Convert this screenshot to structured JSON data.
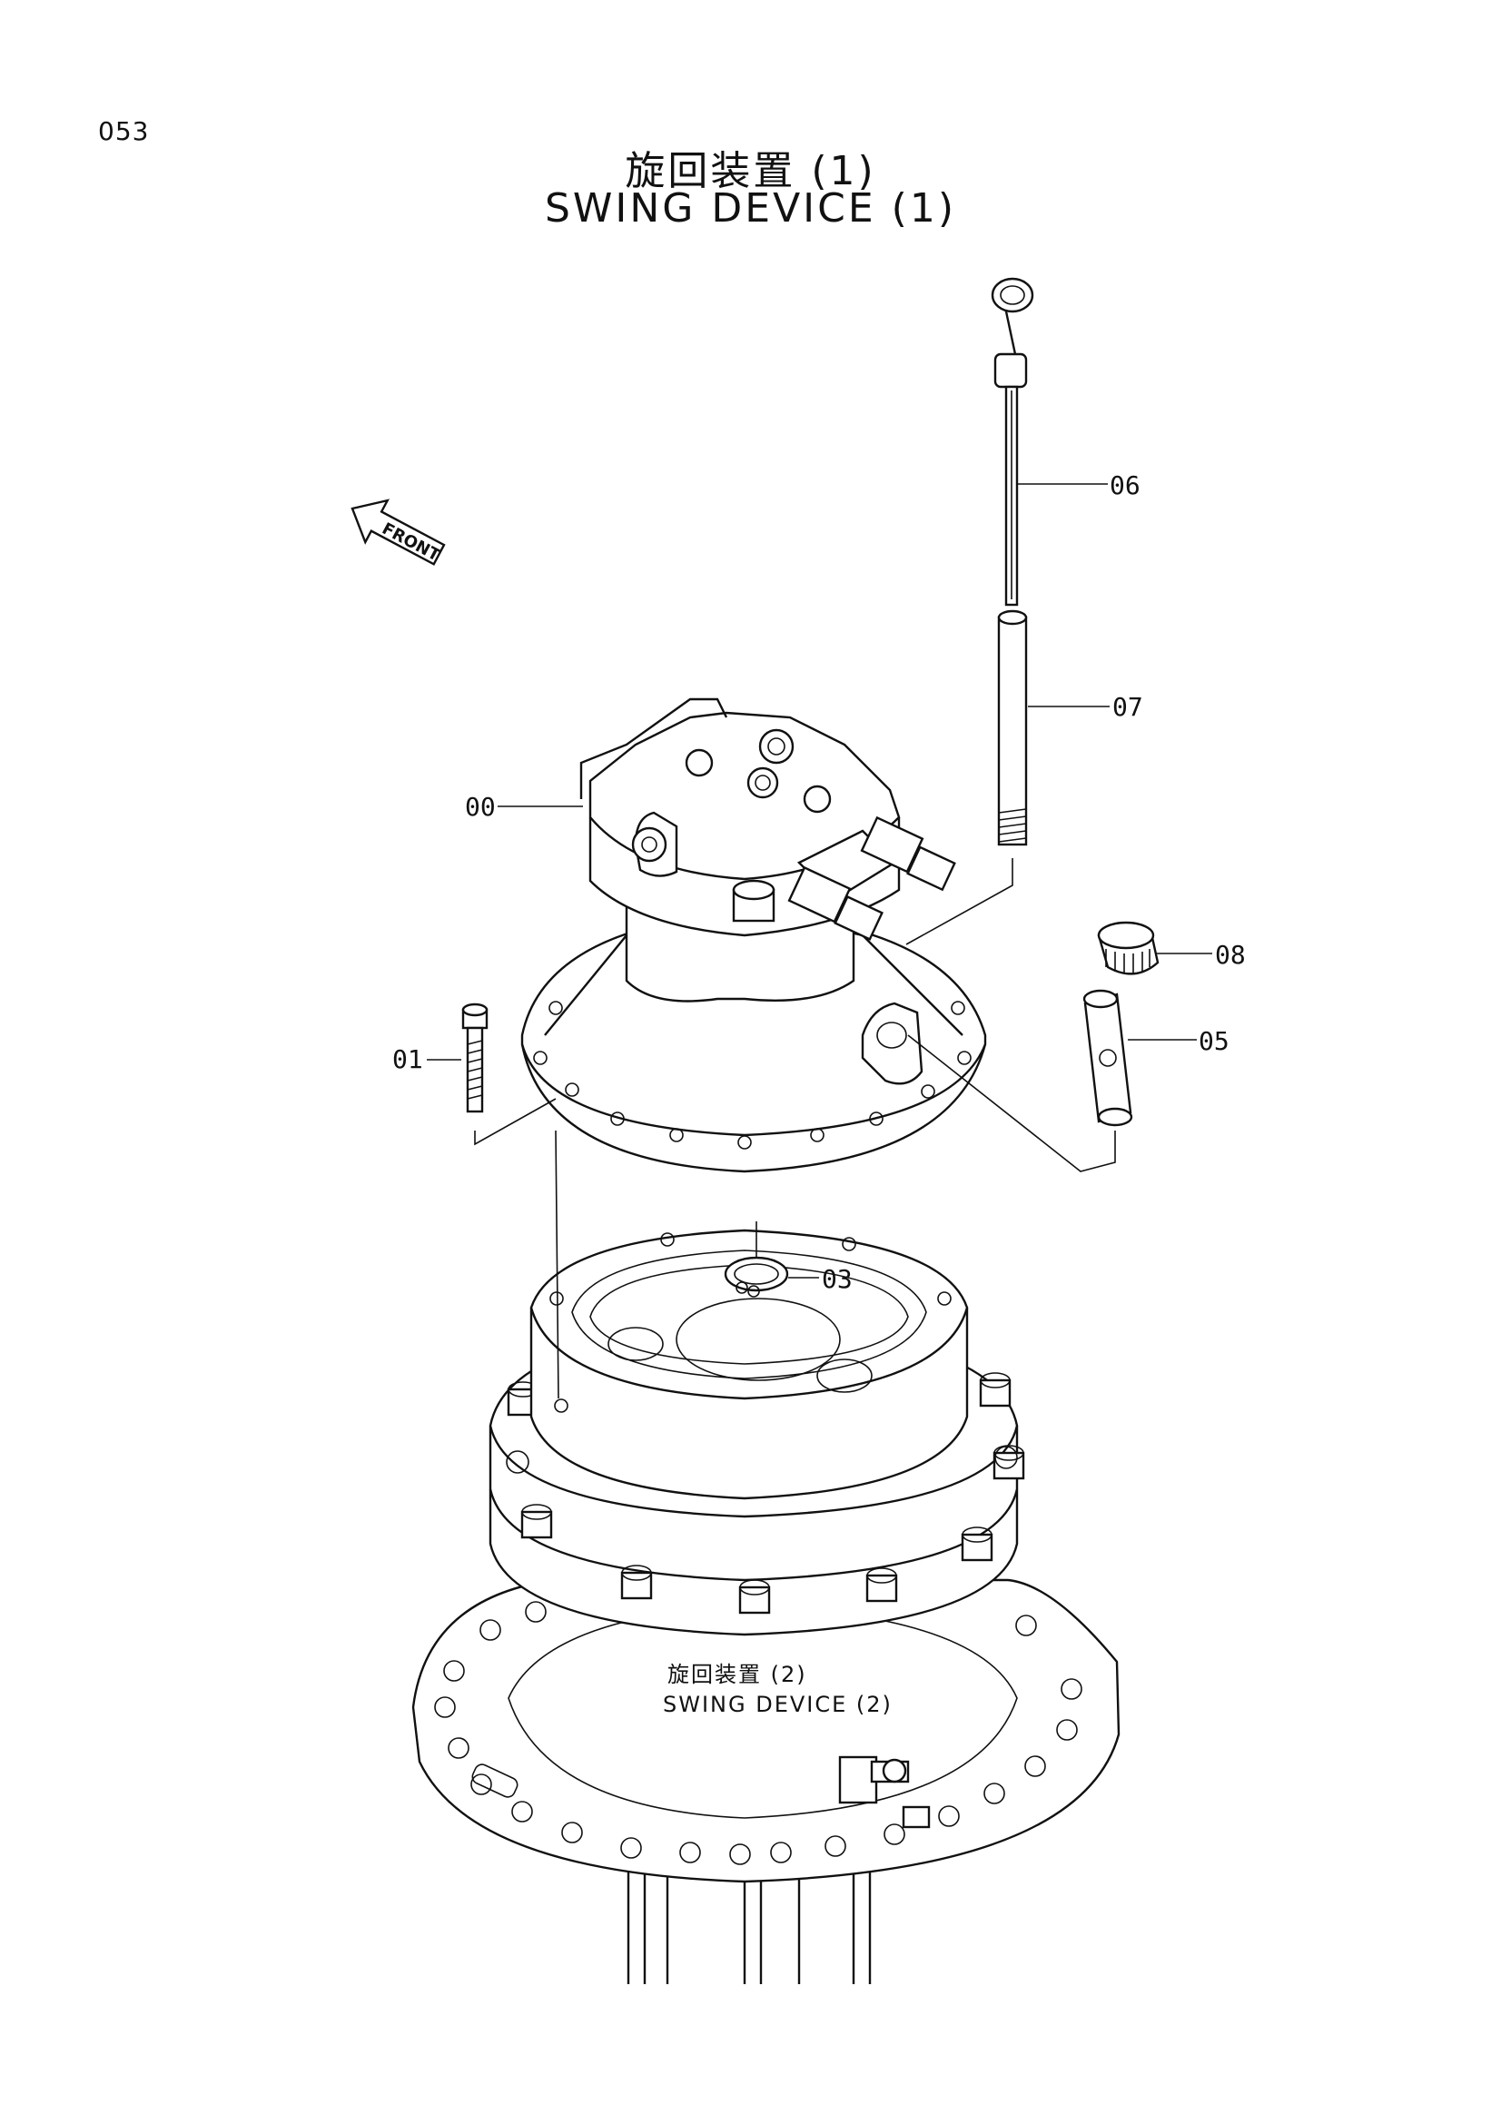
{
  "page_number": "053",
  "title_jp": "旋回装置 (1)",
  "title_en": "SWING DEVICE (1)",
  "front_arrow": "FRONT",
  "sub_assembly": {
    "label_jp": "旋回装置 (2)",
    "label_en": "SWING DEVICE (2)"
  },
  "callouts": {
    "p00": "00",
    "p01": "01",
    "p03": "03",
    "p05": "05",
    "p06": "06",
    "p07": "07",
    "p08": "08"
  }
}
